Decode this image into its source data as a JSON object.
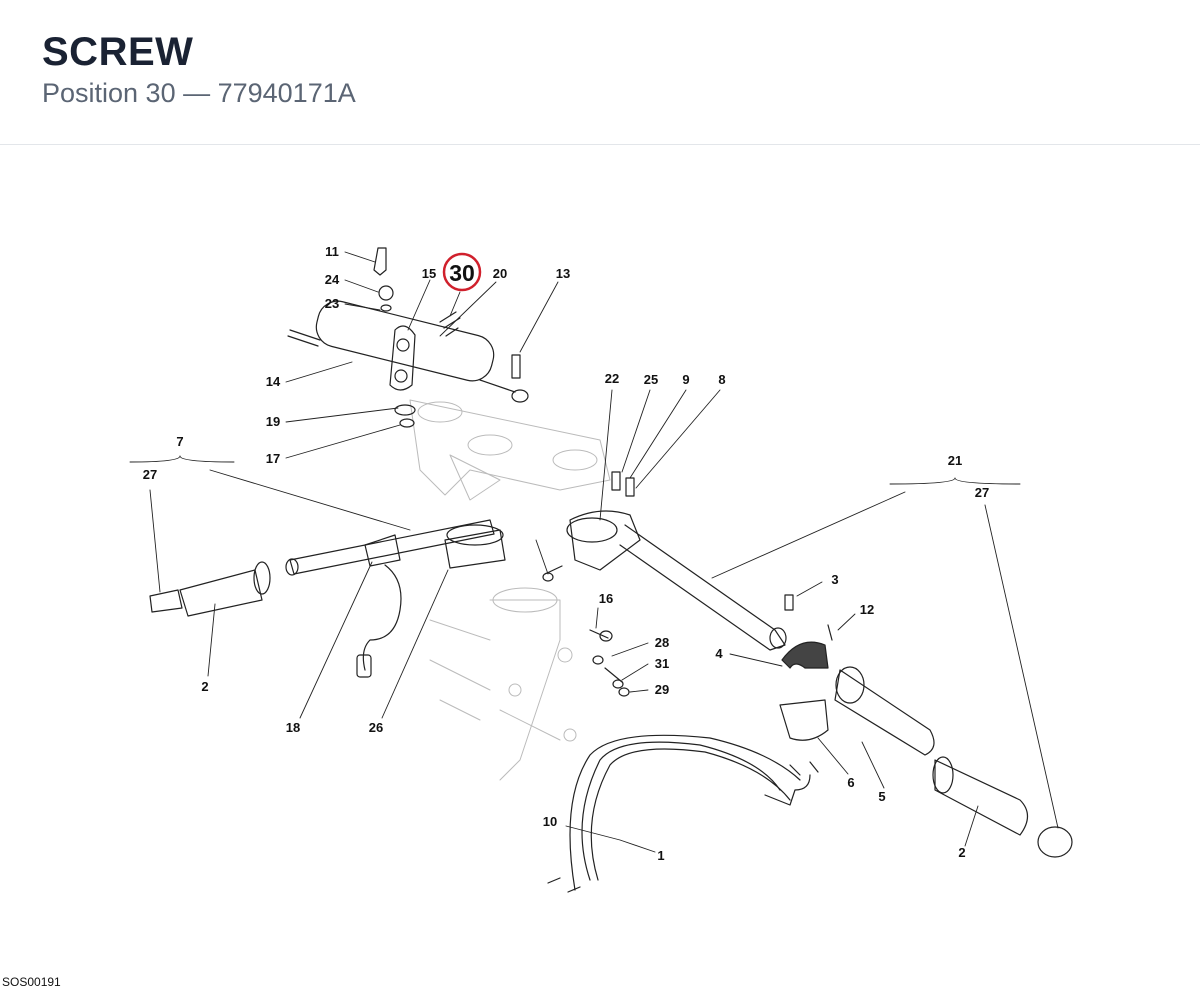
{
  "part": {
    "name": "SCREW",
    "position_line": "Position 30 — 77940171A"
  },
  "diagram": {
    "code": "SOS00191",
    "highlighted_callout": "30",
    "highlight_color": "#d0202c",
    "callouts": [
      "11",
      "24",
      "23",
      "15",
      "20",
      "13",
      "14",
      "19",
      "17",
      "7",
      "27",
      "22",
      "25",
      "9",
      "8",
      "21",
      "27",
      "3",
      "12",
      "4",
      "16",
      "28",
      "31",
      "29",
      "2",
      "18",
      "26",
      "6",
      "5",
      "10",
      "1",
      "2"
    ]
  }
}
